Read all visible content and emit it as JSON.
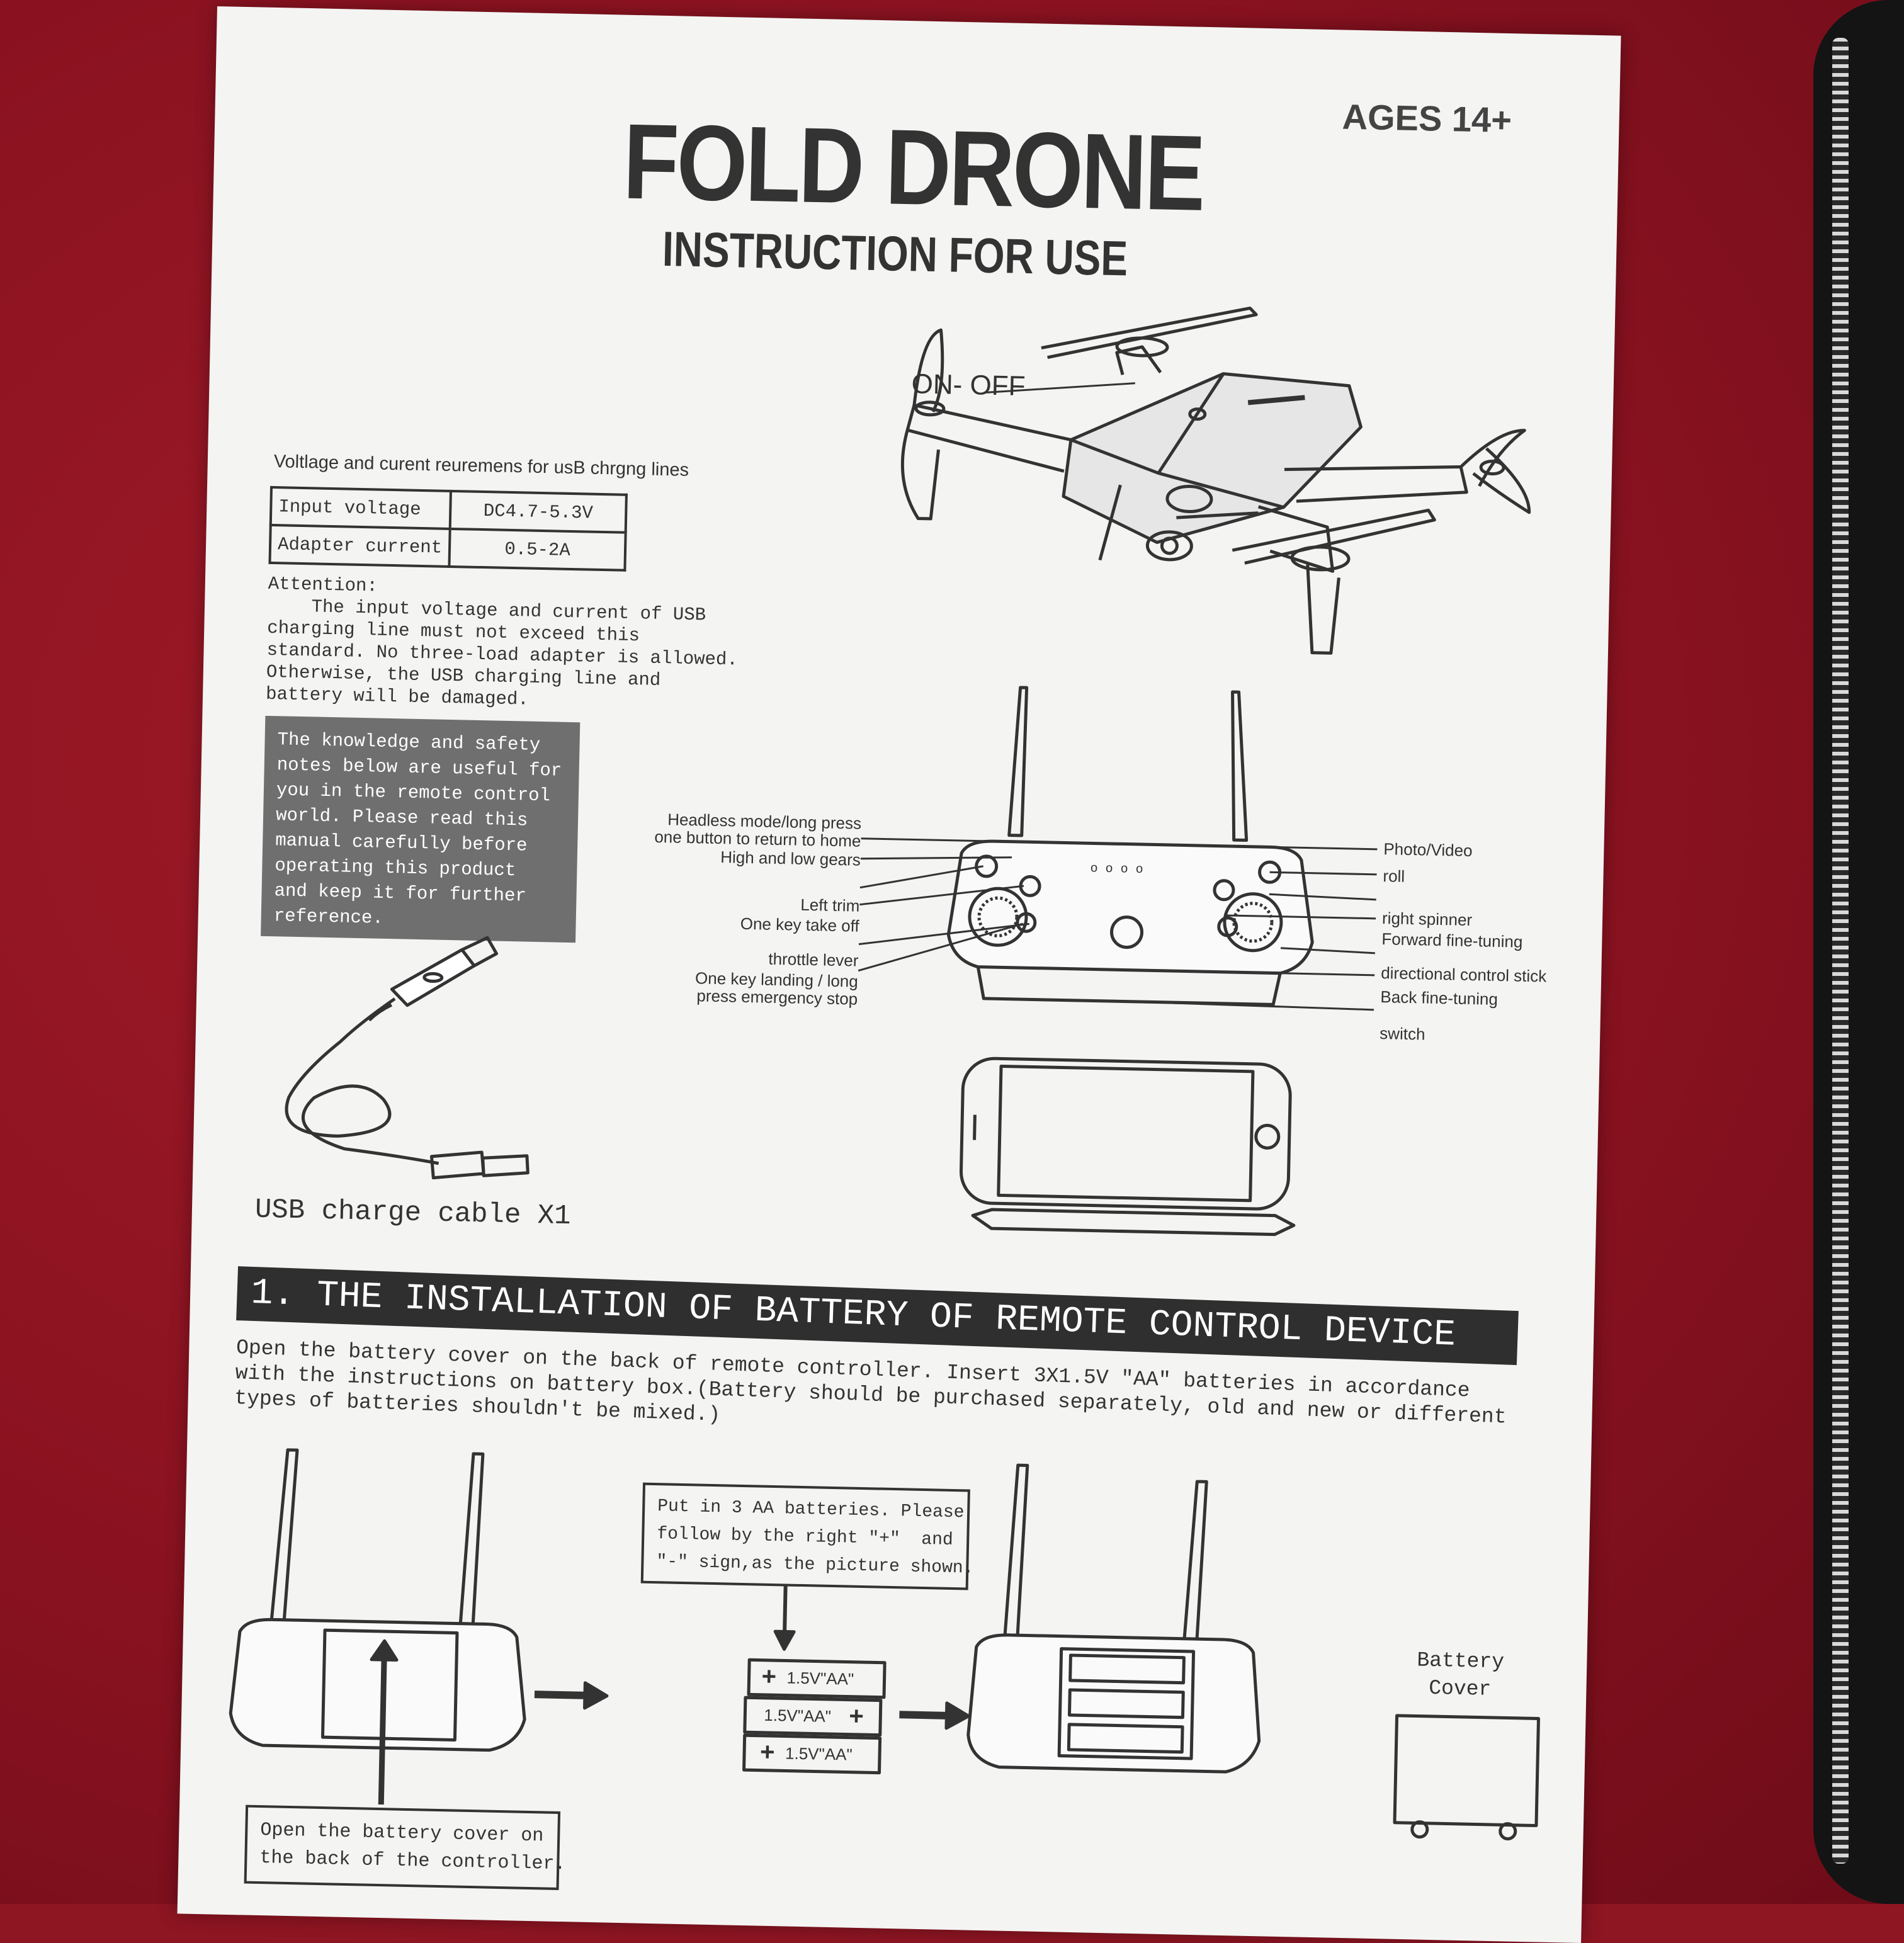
{
  "header": {
    "title": "FOLD DRONE",
    "subtitle": "INSTRUCTION FOR USE",
    "age_rating": "AGES 14+"
  },
  "drone": {
    "power_label": "ON- OFF"
  },
  "charging": {
    "heading": "Voltlage and curent reuremens for usB chrgng lines",
    "table": [
      [
        "Input voltage",
        "DC4.7-5.3V"
      ],
      [
        "Adapter current",
        "0.5-2A"
      ]
    ],
    "attention": "Attention:\n    The input voltage and current of USB\ncharging line must not exceed this\nstandard. No three-load adapter is allowed.\nOtherwise, the USB charging line and\nbattery will be damaged."
  },
  "notice": "The knowledge and safety\nnotes below are useful for\nyou in the remote control\nworld. Please read this\nmanual carefully before\noperating this product\nand keep it for further\nreference.",
  "cable": {
    "label": "USB charge cable X1"
  },
  "remote_labels": {
    "left": [
      "Headless mode/long press",
      "one button to return to home",
      "High and low gears",
      "Left trim",
      "One key take off",
      "throttle lever",
      "One key landing / long",
      "press emergency stop"
    ],
    "right": [
      "Photo/Video",
      "roll",
      "right spinner",
      "Forward fine-tuning",
      "directional control stick",
      "Back fine-tuning",
      "switch"
    ]
  },
  "section1": {
    "heading": "1. THE INSTALLATION OF BATTERY OF REMOTE CONTROL DEVICE",
    "paragraph": "Open the battery cover on the back of remote controller. Insert 3X1.5V \"AA\" batteries in accordance with the instructions on battery box.(Battery should be purchased separately, old and new or different types of batteries shouldn't be mixed.)",
    "callout": "Put in 3 AA batteries. Please\nfollow by the right \"+\"  and\n\"-\" sign,as the picture shown.",
    "open_cover": "Open the battery cover on\nthe back of the controller.",
    "battery_cover": "Battery\nCover",
    "battery_text": "1.5V\"AA\""
  }
}
